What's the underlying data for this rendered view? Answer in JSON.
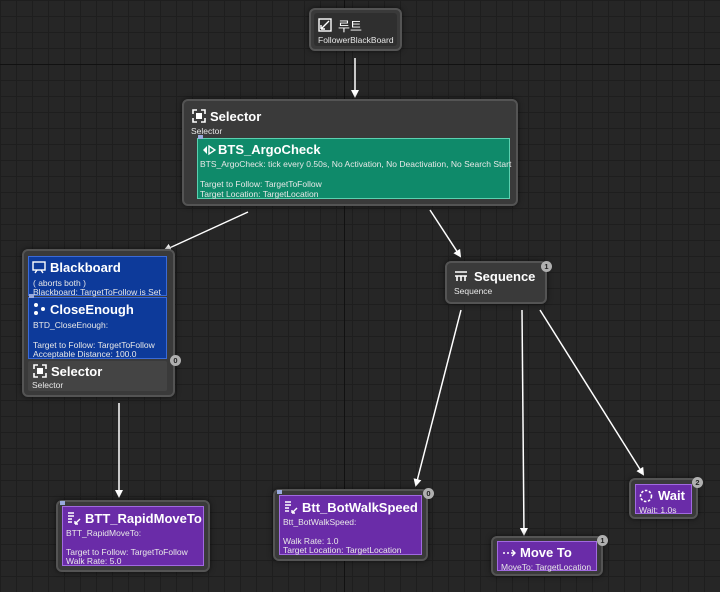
{
  "root": {
    "title": "루트",
    "subtitle": "FollowerBlackBoard"
  },
  "selector_main": {
    "title": "Selector",
    "subtitle": "Selector",
    "service": {
      "title": "BTS_ArgoCheck",
      "line1": "BTS_ArgoCheck: tick every 0.50s, No Activation, No Deactivation, No Search Start",
      "line2": "Target to Follow: TargetToFollow",
      "line3": "Target Location: TargetLocation"
    }
  },
  "left_branch": {
    "blackboard": {
      "title": "Blackboard",
      "line1": "( aborts both )",
      "line2": "Blackboard: TargetToFollow is Set"
    },
    "close_enough": {
      "title": "CloseEnough",
      "line1": "BTD_CloseEnough:",
      "line2": "Target to Follow: TargetToFollow",
      "line3": "Acceptable Distance: 100.0"
    },
    "selector": {
      "title": "Selector",
      "subtitle": "Selector",
      "index": "0"
    }
  },
  "sequence": {
    "title": "Sequence",
    "subtitle": "Sequence",
    "index": "1"
  },
  "rapid_move": {
    "title": "BTT_RapidMoveTo",
    "line1": "BTT_RapidMoveTo:",
    "line2": "Target to Follow: TargetToFollow",
    "line3": "Walk Rate: 5.0"
  },
  "walk_speed": {
    "title": "Btt_BotWalkSpeed",
    "line1": "Btt_BotWalkSpeed:",
    "line2": "Walk Rate: 1.0",
    "line3": "Target Location: TargetLocation",
    "index": "0"
  },
  "move_to": {
    "title": "Move To",
    "line1": "MoveTo: TargetLocation",
    "index": "1"
  },
  "wait": {
    "title": "Wait",
    "line1": "Wait: 1.0s",
    "index": "2"
  },
  "colors": {
    "service": "#0f8a6a",
    "decorator": "#0d3a9a",
    "task": "#6a2ca8",
    "composite": "#3a3a3a",
    "background": "#262626"
  }
}
